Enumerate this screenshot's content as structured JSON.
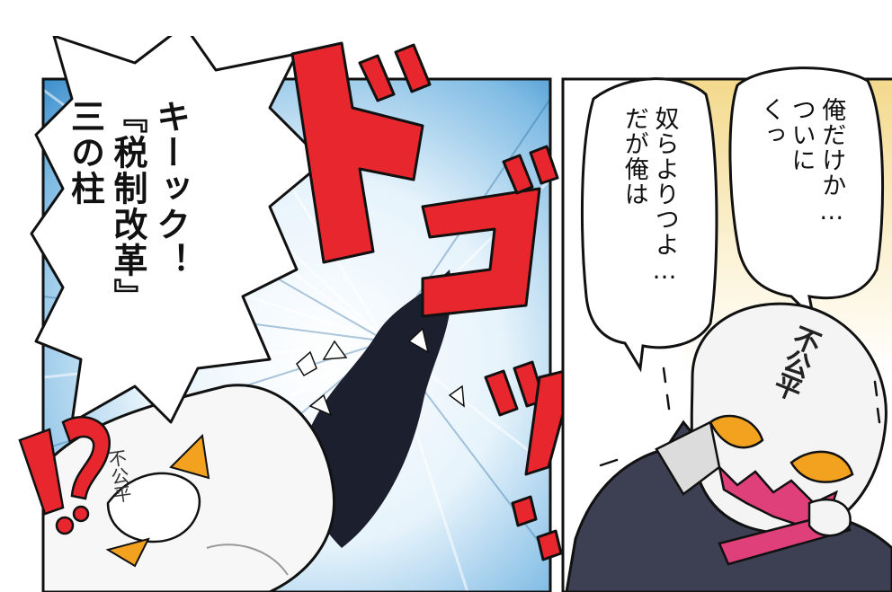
{
  "panel_left": {
    "speech_lines": [
      "三の柱",
      "『税制改革』",
      "キーック！"
    ],
    "sfx": "ドゴッ…",
    "exclaim": "!?",
    "body_label": "不公平"
  },
  "panel_right": {
    "thought_lines_a": [
      "くっ",
      "ついに",
      "俺だけか…"
    ],
    "thought_lines_b": [
      "だが俺は",
      "奴らよりつよ…"
    ],
    "head_label": "不公平"
  },
  "colors": {
    "sfx_red": "#e8262d",
    "sky_blue": "#2f86c8",
    "mask_pink": "#e0407a",
    "eye_orange": "#f2a21e",
    "glow_yellow": "#f6e7b6"
  }
}
